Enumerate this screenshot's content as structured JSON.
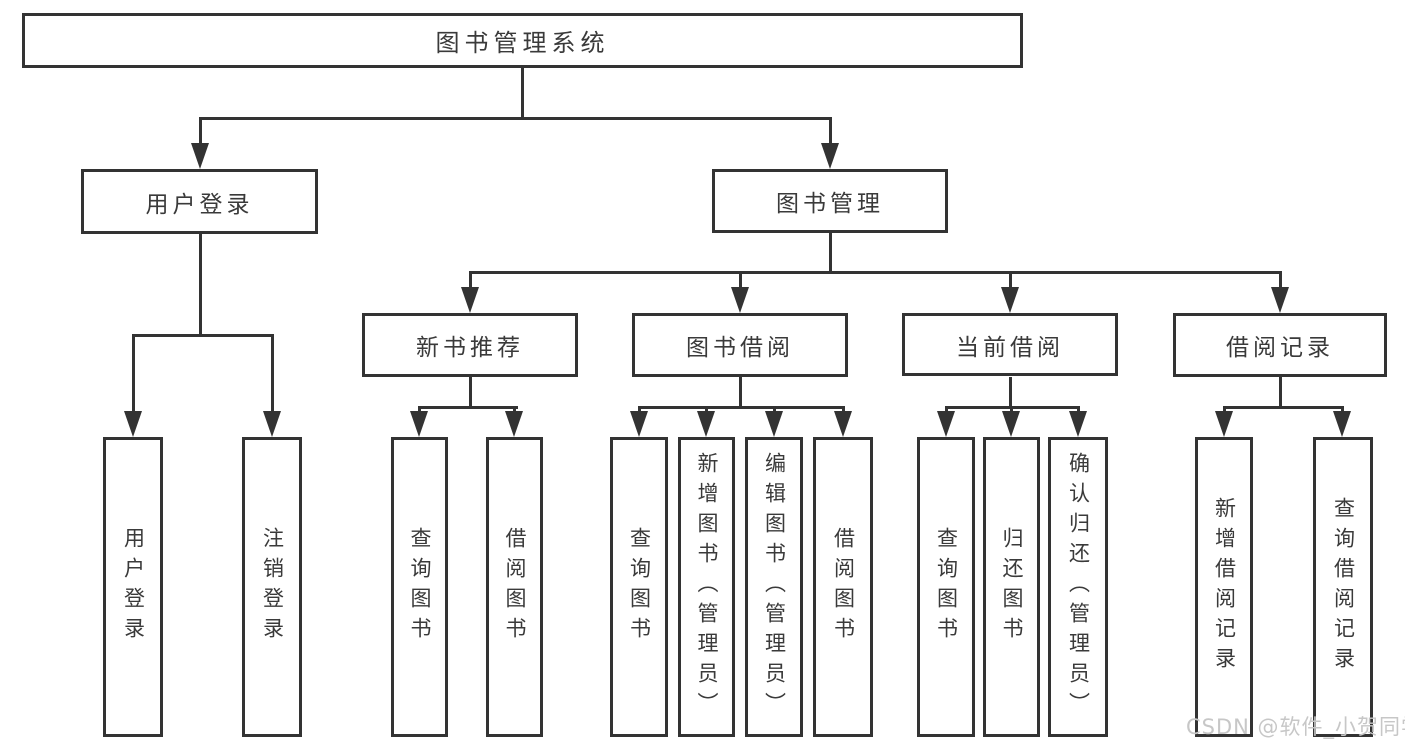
{
  "diagram": {
    "tree": {
      "label": "图书管理系统",
      "children": [
        {
          "label": "用户登录",
          "children": [
            {
              "label": "用户登录"
            },
            {
              "label": "注销登录"
            }
          ]
        },
        {
          "label": "图书管理",
          "children": [
            {
              "label": "新书推荐",
              "children": [
                {
                  "label": "查询图书"
                },
                {
                  "label": "借阅图书"
                }
              ]
            },
            {
              "label": "图书借阅",
              "children": [
                {
                  "label": "查询图书"
                },
                {
                  "label": "新增图书（管理员）"
                },
                {
                  "label": "编辑图书（管理员）"
                },
                {
                  "label": "借阅图书"
                }
              ]
            },
            {
              "label": "当前借阅",
              "children": [
                {
                  "label": "查询图书"
                },
                {
                  "label": "归还图书"
                },
                {
                  "label": "确认归还（管理员）"
                }
              ]
            },
            {
              "label": "借阅记录",
              "children": [
                {
                  "label": "新增借阅记录"
                },
                {
                  "label": "查询借阅记录"
                }
              ]
            }
          ]
        }
      ]
    },
    "colors": {
      "line": "#333333",
      "text": "#3a3a3a",
      "background": "#ffffff",
      "watermark": "#c7c7c7"
    }
  },
  "watermark": {
    "text": "CSDN @软件_小贺同学"
  }
}
